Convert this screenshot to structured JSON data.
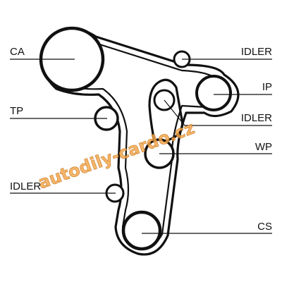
{
  "diagram": {
    "labels": {
      "ca": "CA",
      "tp": "TP",
      "idler_left": "IDLER",
      "idler_top": "IDLER",
      "ip": "IP",
      "idler_mid": "IDLER",
      "wp": "WP",
      "cs": "CS"
    },
    "watermark": "autodily-cardo.cz",
    "colors": {
      "belt": "#111111",
      "pulley": "#111111",
      "leader_line": "#111111",
      "watermark_fill": "#f3a64a",
      "watermark_stroke": "#c77519",
      "background": "#ffffff"
    }
  }
}
